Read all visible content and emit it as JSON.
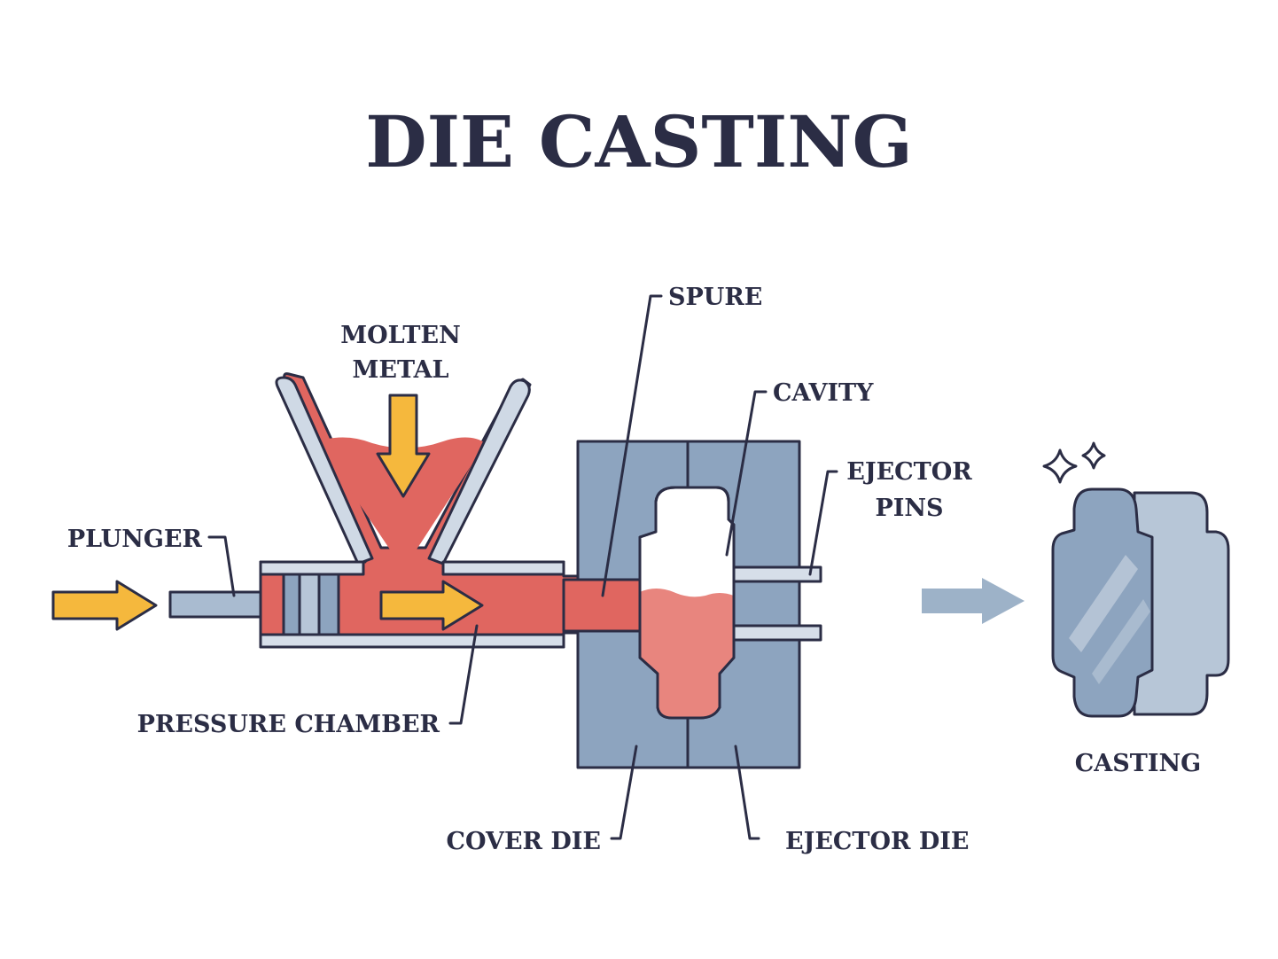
{
  "title": "DIE CASTING",
  "labels": {
    "molten_metal_line1": "MOLTEN",
    "molten_metal_line2": "METAL",
    "spure": "SPURE",
    "cavity": "CAVITY",
    "ejector_pins_line1": "EJECTOR",
    "ejector_pins_line2": "PINS",
    "plunger": "PLUNGER",
    "pressure_chamber": "PRESSURE CHAMBER",
    "cover_die": "COVER DIE",
    "ejector_die": "EJECTOR DIE",
    "casting": "CASTING"
  },
  "colors": {
    "outline": "#2b2d45",
    "die_steel": "#8da4bf",
    "molten_metal": "#e06660",
    "molten_metal_light": "#e8857e",
    "arrow_yellow": "#f5b83d",
    "chamber_fill": "#d6dee9",
    "output_arrow": "#9db2c8"
  },
  "icons": [
    "plunger-arrow-icon",
    "pour-arrow-icon",
    "flow-arrow-icon",
    "output-arrow-icon",
    "sparkle-icon"
  ]
}
